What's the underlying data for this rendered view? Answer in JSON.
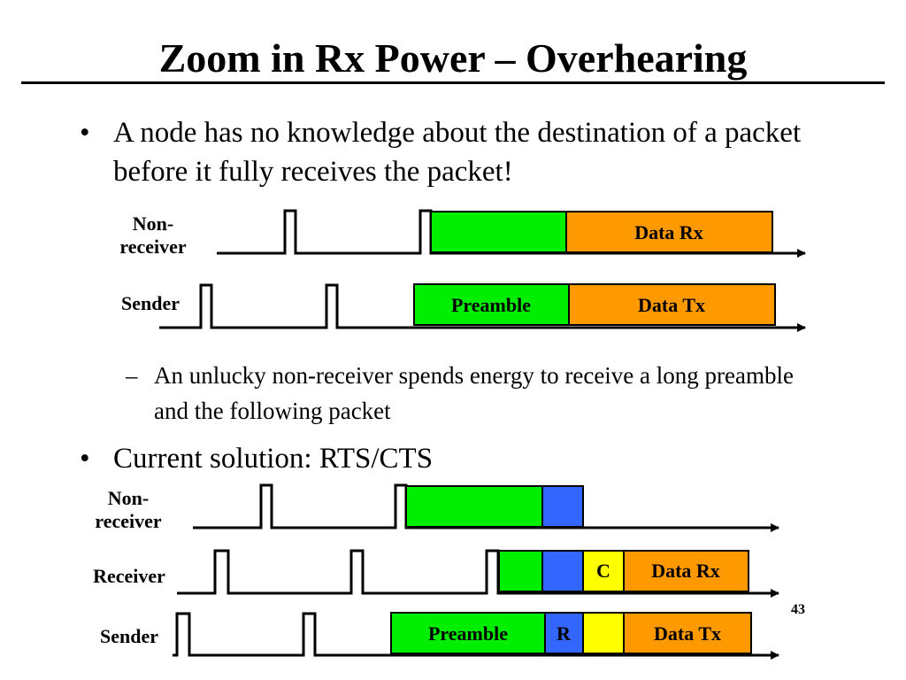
{
  "title": "Zoom in Rx Power – Overhearing",
  "bullets": [
    {
      "mark": "•",
      "text": "A node has no knowledge about the destination of a packet before it fully receives the packet!"
    },
    {
      "mark": "•",
      "text": "Current solution: RTS/CTS"
    }
  ],
  "sub_bullet": {
    "mark": "–",
    "text": "An unlucky non-receiver spends energy to receive a long preamble and the following packet"
  },
  "diagram1": {
    "rows": [
      {
        "label": "Non-\nreceiver",
        "boxes": [
          "",
          "Data Rx"
        ]
      },
      {
        "label": "Sender",
        "boxes": [
          "Preamble",
          "Data Tx"
        ]
      }
    ]
  },
  "diagram2": {
    "rows": [
      {
        "label": "Non-\nreceiver",
        "boxes": [
          "",
          ""
        ]
      },
      {
        "label": "Receiver",
        "boxes": [
          "",
          "",
          "C",
          "Data Rx"
        ]
      },
      {
        "label": "Sender",
        "boxes": [
          "Preamble",
          "R",
          "",
          "Data Tx"
        ]
      }
    ]
  },
  "colors": {
    "green": "#00ee00",
    "orange": "#ff9900",
    "blue": "#3366ff",
    "yellow": "#ffff00"
  },
  "page_number": "43"
}
